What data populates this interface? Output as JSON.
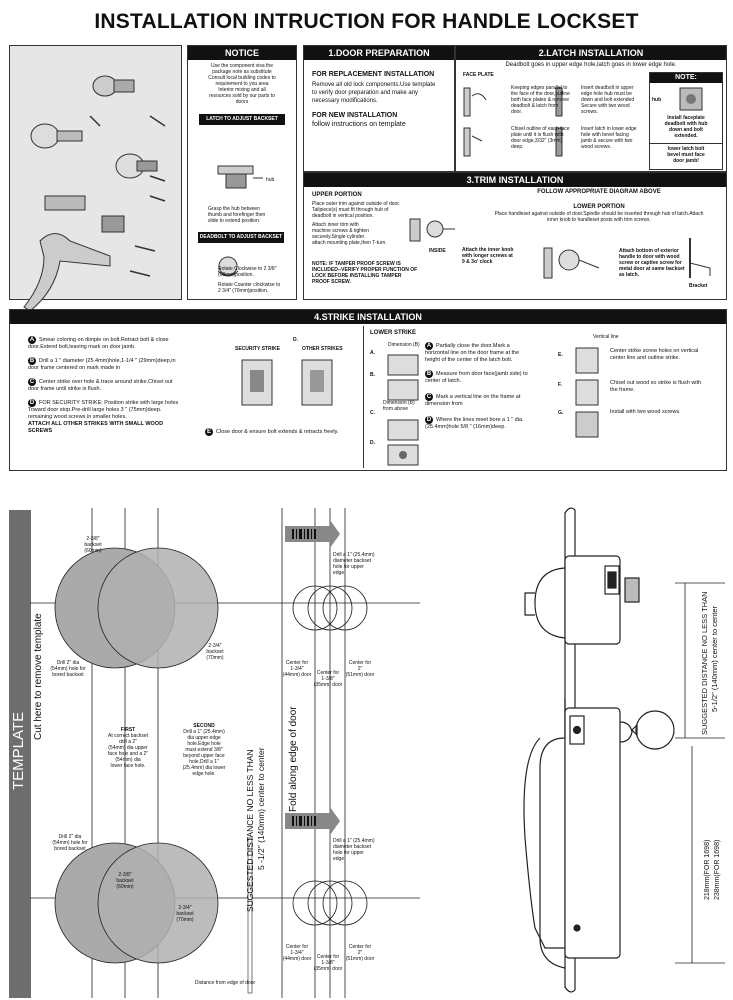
{
  "title": "INSTALLATION INTRUCTION FOR HANDLE LOCKSET",
  "notice": {
    "header": "NOTICE",
    "text": [
      "Use the component visa the",
      "package note as substitute",
      "Consult local building codes to",
      "requirement to you area",
      "Interior mixing and all",
      "resources sold by our parts to",
      "doors"
    ]
  },
  "latch_adjust": {
    "header": "LATCH TO ADJUST BACKSET",
    "hub": "hub",
    "text": [
      "Grasp the hub between",
      "thumb and forefinger then",
      "slide to extend position."
    ]
  },
  "deadbolt_adjust": {
    "header": "DEADBOLT TO ADJUST BACKSET",
    "text1": [
      "Rotate Clockwise to 2 3/8\"",
      "(60mm)position."
    ],
    "text2": [
      "Rotate Counter clockwise to",
      "2 3/4\" (70mm)position."
    ]
  },
  "door_prep": {
    "header": "1.DOOR PREPARATION",
    "replacement_title": "FOR REPLACEMENT INSTALLATION",
    "replacement_text": [
      "Remove all old lock components.Use template",
      "to verify door preparation and make any",
      "necessary modifications."
    ],
    "new_title": "FOR NEW INSTALLATION",
    "new_text": "follow instructions on template"
  },
  "latch_install": {
    "header": "2.LATCH INSTALLATION",
    "subtitle": "Deadbolt goes in upper edge hole,latch goes in lower edge hole.",
    "face_plate": "FACE PLATE",
    "steps": [
      [
        "Keeping edges parallel to",
        "the face of the door,outline",
        "both face plates & remove",
        "deadbolt & latch from",
        "door."
      ],
      [
        "Chisel outline of each face",
        "plate until it is flush with",
        "door edge,3/32\" (3mm)",
        "deep."
      ],
      [
        "Insert deadbolt in upper",
        "edge hole hub must be",
        "down and bolt extended",
        "Secure with two wood",
        "screws."
      ],
      [
        "Insert latch in lower edge",
        "hole with bevel facing",
        "jamb & secure with two",
        "wood screws."
      ]
    ],
    "note_header": "NOTE:",
    "note_hub": "hub",
    "note_text1": [
      "Install faceplate",
      "deadbolt with hub",
      "down and bolt",
      "extended."
    ],
    "note_text2": [
      "lower latch bolt",
      "bevel must face",
      "door jamb!"
    ]
  },
  "trim_install": {
    "header": "3.TRIM INSTALLATION",
    "follow": "FOLLOW APPROPRIATE DIAGRAM ABOVE",
    "upper_title": "UPPER PORTION",
    "upper_text": [
      "Place outer trim against outside of door.",
      "Tailpiece(s) must fit through hub of",
      "deadbolt in vertical position.",
      "Attach inner trim with",
      "machine screws & tighten",
      "securely.Single cylinder.",
      "attach mounting plate,then T-turn."
    ],
    "inside": "INSIDE",
    "note": [
      "NOTE: IF TAMPER PROOF SCREW IS",
      "INCLUDED--VERIFY PROPER FUNCTION OF",
      "LOCK BEFORE INSTALLING TAMPER",
      "PROOF SCREW."
    ],
    "lower_title": "LOWER PORTION",
    "lower_text": [
      "Place handleset against outside of door.Spindle should be inserted through hub of latch.Attach",
      "inner knob to handleset posts with trim screws."
    ],
    "knob_text": [
      "Attach the inner knob",
      "with longer screws at",
      "9 & 3o' clock"
    ],
    "bracket_text": [
      "Attach bottom of exterior",
      "handle to door with wood",
      "screw or captive screw for",
      "metal door at same backset",
      "as latch."
    ],
    "bracket": "Bracket"
  },
  "strike_install": {
    "header": "4.STRIKE INSTALLATION",
    "steps": [
      {
        "mark": "A",
        "lines": [
          "Smear coloring on dimple on bolt.Retract bolt & close",
          "door.Extend bolt,leaving mark on door jamb."
        ]
      },
      {
        "mark": "B",
        "lines": [
          "Drill a 1 \" diameter (25.4mm)hole,1-1/4 \" (29mm)deep,in",
          "door frame centered on mark made in"
        ]
      },
      {
        "mark": "C",
        "lines": [
          "Center strike over hole & trace around strike.Chisel out",
          "door frame until strike is flush."
        ]
      },
      {
        "mark": "D",
        "lines": [
          "FOR SECURITY STRIKE: Position strike with large holes",
          "Toward door stop.Pre-drill large holes 3 \" (75mm)deep.",
          "remaining wood screws in smaller holes.",
          "ATTACH ALL OTHER STRIKES WITH SMALL WOOD",
          "SCREWS"
        ]
      }
    ],
    "security_strike": "SECURITY STRIKE",
    "other_strikes": "OTHER STRIKES",
    "d_label": "D.",
    "e_mark": "E",
    "e_text": "Close door & ensure bolt extends & retracts freely.",
    "lower_strike": "LOWER STRIKE",
    "lower_steps": [
      {
        "mark": "A",
        "lines": [
          "Partially close the door.Mark a",
          "horizontal line on the door frame at the",
          "height of the center of the latch bolt."
        ]
      },
      {
        "mark": "B",
        "lines": [
          "Measure from door face(jamb side) to",
          "center of latch."
        ]
      },
      {
        "mark": "C",
        "lines": [
          "Mark a vertical line on the frame at",
          "dimension from"
        ]
      },
      {
        "mark": "D",
        "lines": [
          "Where the lines meet bore a 1 \" dia.",
          "(25.4mm)hole 5/8 \" (16mm)deep."
        ]
      }
    ],
    "left_letters": [
      "A.",
      "B.",
      "C.",
      "D."
    ],
    "dimension_b": "Dimension (B)",
    "dimension_b2": "Dimension (B) from above",
    "vertical_line": "Vertical line",
    "right_letters": [
      "E.",
      "F.",
      "G."
    ],
    "right_steps": [
      [
        "Center strike screw holes on vertical",
        "center line and outline strike."
      ],
      [
        "Chisel out wood so strike is flush with",
        "the frame."
      ],
      [
        "Install with two wood screws."
      ]
    ]
  },
  "template": {
    "label": "TEMPLATE",
    "cut_here": "Cut here to remove template",
    "suggested": "SUGGESTED DISTANCE NO LESS THAN",
    "suggested2": "5 -1/2\" (140mm) center to center",
    "fold": "Fold along edge of door",
    "backset_upper": [
      "2-3/8\"",
      "backset",
      "(60mm)"
    ],
    "backset_upper2": [
      "2-3/4\"",
      "backset",
      "(70mm)"
    ],
    "drill_hole_label": [
      "Drill 2\" dia",
      "(54mm) hole for",
      "bored backset"
    ],
    "drill_edge": [
      "Drill a 1\" (25.4mm)",
      "diameter backset",
      "hole for upper",
      "edge."
    ],
    "center_labels": [
      "Center for",
      "1-3/4\"",
      "(44mm) door",
      "(44mm)"
    ],
    "center_labels2": [
      "Center for",
      "1-3/8\"",
      "(35mm) door",
      "(35mm)"
    ],
    "center_labels3": [
      "Center for",
      "2\"",
      "(51mm) door",
      "(51mm)"
    ],
    "first_text": [
      "FIRST",
      "At correct backset",
      "drill a 2\"",
      "(54mm) dia upper",
      "face hole and a 2\"",
      "(54mm) dia",
      "lower face hole."
    ],
    "second_text": [
      "SECOND",
      "Drill a 1\" (25.4mm)",
      "dia upper edge",
      "hole.Edge hole",
      "must extend 3/8\"",
      "beyond upper face",
      "hole.Drill a 1\"",
      "(25.4mm) dia lower",
      "edge hole."
    ],
    "lower_drill": [
      "Drill 2\" dia",
      "(54mm) hole for",
      "bored backset"
    ],
    "distance_edge": "Distance from edge of door",
    "backset_lower": [
      "2-3/8\"",
      "backset",
      "(60mm)"
    ],
    "backset_lower2": [
      "2-3/4\"",
      "backset",
      "(70mm)"
    ]
  },
  "side_view": {
    "suggested": "SUGGESTED DISTANCE NO LESS THAN",
    "suggested2": "5-1/2\" (140mm) center to center",
    "dims": "218mm(FOR 1698)",
    "dims2": "238mm(FOR 1698)"
  }
}
